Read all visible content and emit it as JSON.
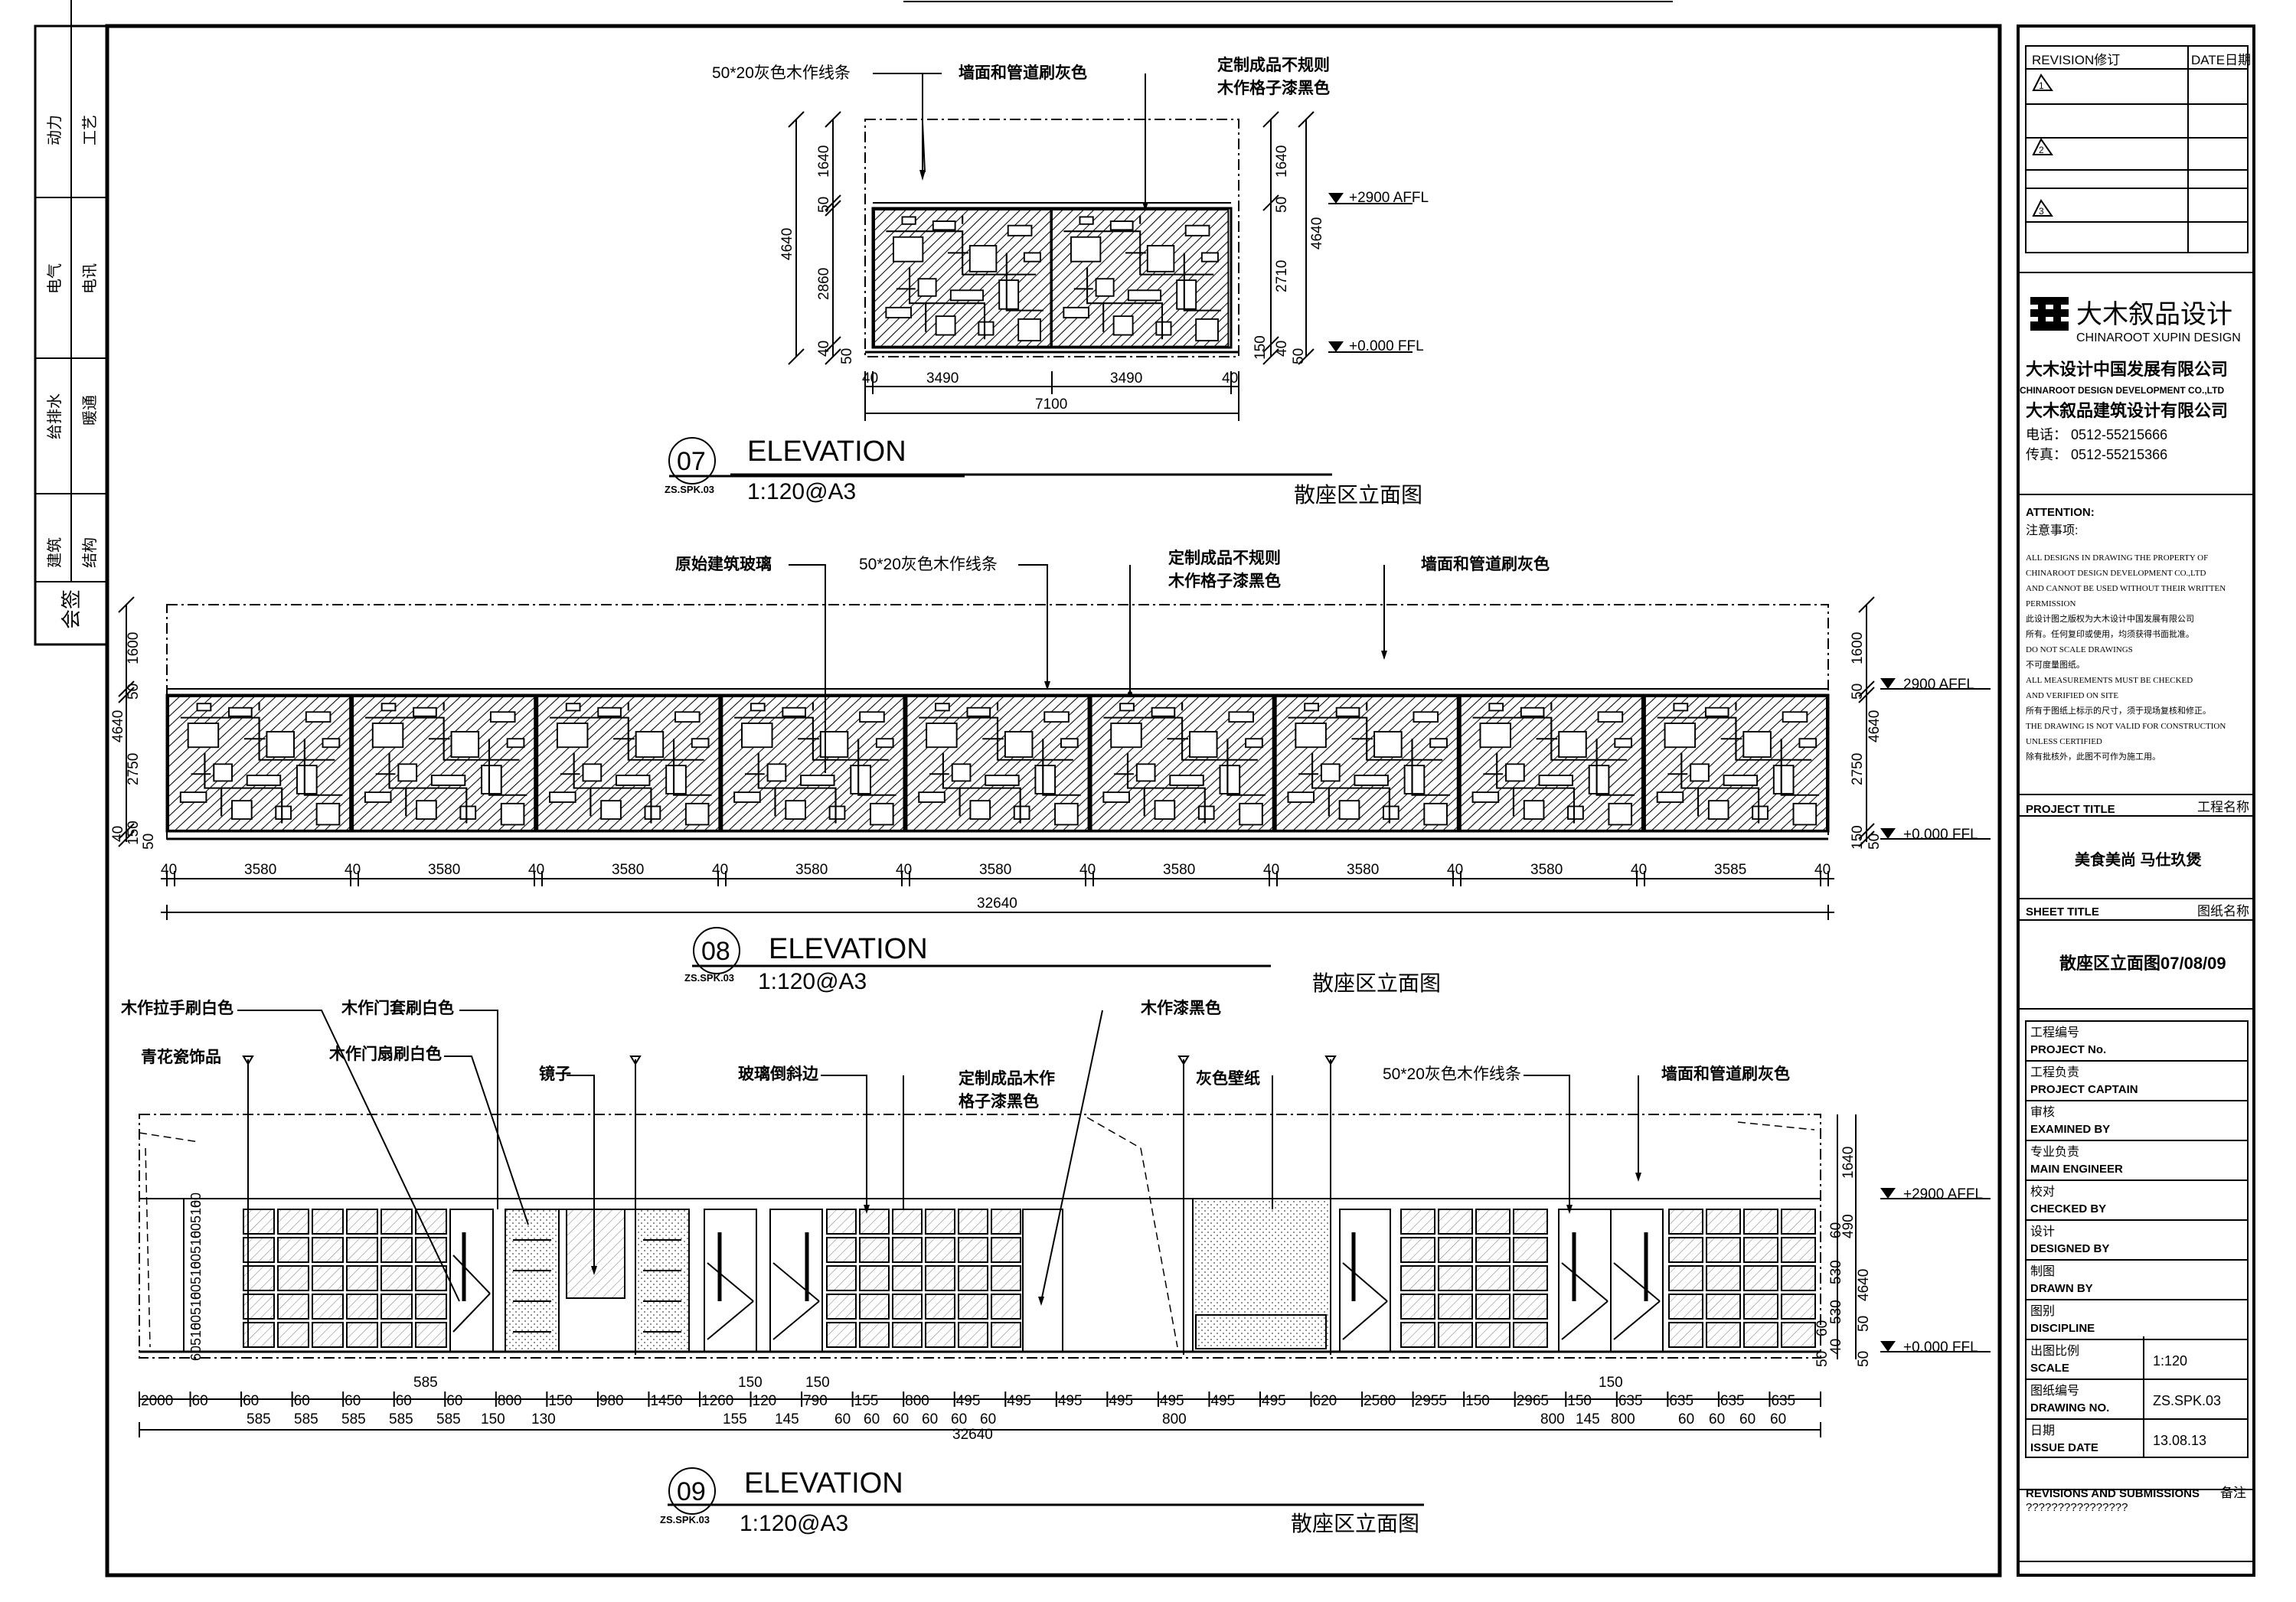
{
  "left_stamp": {
    "rows": [
      {
        "a": "动力",
        "b": "工艺"
      },
      {
        "a": "电气",
        "b": "电讯"
      },
      {
        "a": "给排水",
        "b": "暖通"
      },
      {
        "a": "建筑",
        "b": "结构"
      }
    ],
    "sign": "会签"
  },
  "elev07": {
    "callouts": [
      "50*20灰色木作线条",
      "墙面和管道刷灰色",
      "定制成品不规则",
      "木作格子漆黑色"
    ],
    "left_dims": [
      "4640",
      "1640",
      "50",
      "2860",
      "40",
      "50"
    ],
    "right_dims": [
      "1640",
      "50",
      "2710",
      "4640",
      "150",
      "40",
      "50"
    ],
    "levels": [
      "+2900  AFFL",
      "+0.000  FFL"
    ],
    "bottom_dims": [
      "40",
      "3490",
      "3490",
      "40"
    ],
    "total": "7100",
    "label": {
      "num": "07",
      "ref": "ZS.SPK.03",
      "title": "ELEVATION",
      "scale": "1:120@A3",
      "name": "散座区立面图"
    }
  },
  "elev08": {
    "callouts": [
      "原始建筑玻璃",
      "50*20灰色木作线条",
      "定制成品不规则",
      "木作格子漆黑色",
      "墙面和管道刷灰色"
    ],
    "left_dims": [
      "1600",
      "50",
      "4640",
      "2750",
      "40",
      "150",
      "50"
    ],
    "right_dims": [
      "1600",
      "50",
      "2750",
      "4640",
      "150",
      "50"
    ],
    "levels": [
      "2900   AFFL",
      "+0.000   FFL"
    ],
    "bottom_dims": [
      "40",
      "3580",
      "40",
      "3580",
      "40",
      "3580",
      "40",
      "3580",
      "40",
      "3580",
      "40",
      "3580",
      "40",
      "3580",
      "40",
      "3580",
      "40",
      "3585",
      "40"
    ],
    "total": "32640",
    "label": {
      "num": "08",
      "ref": "ZS.SPK.03",
      "title": "ELEVATION",
      "scale": "1:120@A3",
      "name": "散座区立面图"
    }
  },
  "elev09": {
    "callouts": [
      "木作拉手刷白色",
      "木作门套刷白色",
      "青花瓷饰品",
      "木作门扇刷白色",
      "镜子",
      "玻璃倒斜边",
      "定制成品木作",
      "格子漆黑色",
      "木作漆黑色",
      "灰色壁纸",
      "50*20灰色木作线条",
      "墙面和管道刷灰色"
    ],
    "left_dims": [
      "60",
      "510",
      "60",
      "510",
      "60",
      "510",
      "60",
      "510",
      "60",
      "510",
      "60"
    ],
    "right_dims": [
      "1640",
      "60",
      "490",
      "530",
      "530",
      "40",
      "50",
      "60",
      "4640",
      "50",
      "50"
    ],
    "levels": [
      "+2900  AFFL",
      "+0.000  FFL"
    ],
    "dims_row1": [
      "2000",
      "60",
      "60",
      "60",
      "60",
      "60",
      "60",
      "800",
      "150",
      "980",
      "1450",
      "1260",
      "120",
      "790",
      "155",
      "800",
      "495",
      "495",
      "495",
      "495",
      "495",
      "495",
      "495",
      "620",
      "2580",
      "2955",
      "150",
      "2965",
      "150",
      "635",
      "635",
      "635",
      "635"
    ],
    "dims_row1_up": [
      "585",
      "150",
      "150",
      "150"
    ],
    "dims_row2": [
      "585",
      "585",
      "585",
      "585",
      "585",
      "150",
      "130",
      "155",
      "145",
      "60",
      "60",
      "60",
      "60",
      "60",
      "60",
      "800",
      "800",
      "145",
      "800",
      "60",
      "60",
      "60",
      "60"
    ],
    "total": "32640",
    "label": {
      "num": "09",
      "ref": "ZS.SPK.03",
      "title": "ELEVATION",
      "scale": "1:120@A3",
      "name": "散座区立面图"
    }
  },
  "title_block": {
    "revision": "REVISION修订",
    "date": "DATE日期",
    "rev_marks": [
      "1",
      "2",
      "3"
    ],
    "logo_text": "大木叙品设计",
    "logo_en": "CHINAROOT XUPIN DESIGN",
    "company1": "大木设计中国发展有限公司",
    "company1_en": "CHINAROOT DESIGN DEVELOPMENT CO.,LTD",
    "company2": "大木叙品建筑设计有限公司",
    "tel": "电话： 0512-55215666",
    "fax": "传真： 0512-55215366",
    "attention": "ATTENTION:",
    "attention_cn": "注意事项:",
    "notes": [
      "ALL DESIGNS IN DRAWING THE PROPERTY OF",
      "CHINAROOT DESIGN DEVELOPMENT CO.,LTD",
      "AND CANNOT BE USED WITHOUT THEIR WRITTEN",
      "PERMISSION",
      "此设计图之版权为大木设计中国发展有限公司",
      "所有。任何复印或使用，均须获得书面批准。",
      "DO NOT SCALE DRAWINGS",
      "不可度量图纸。",
      "ALL MEASUREMENTS MUST BE CHECKED",
      "AND VERIFIED ON SITE",
      "所有于图纸上标示的尺寸，须于现场复核和修正。",
      "THE DRAWING IS NOT VALID FOR CONSTRUCTION",
      "UNLESS CERTIFIED",
      "除有批核外，此图不可作为施工用。"
    ],
    "project_title_en": "PROJECT TITLE",
    "project_title_cn": "工程名称",
    "project_name": "美食美尚 马仕玖煲",
    "sheet_title_en": "SHEET TITLE",
    "sheet_title_cn": "图纸名称",
    "sheet_name": "散座区立面图07/08/09",
    "rows": [
      {
        "cn": "工程编号",
        "en": "PROJECT No.",
        "val": ""
      },
      {
        "cn": "工程负责",
        "en": "PROJECT CAPTAIN",
        "val": ""
      },
      {
        "cn": "审核",
        "en": "EXAMINED BY",
        "val": ""
      },
      {
        "cn": "专业负责",
        "en": "MAIN ENGINEER",
        "val": ""
      },
      {
        "cn": "校对",
        "en": "CHECKED BY",
        "val": ""
      },
      {
        "cn": "设计",
        "en": "DESIGNED BY",
        "val": ""
      },
      {
        "cn": "制图",
        "en": "DRAWN BY",
        "val": ""
      },
      {
        "cn": "图别",
        "en": "DISCIPLINE",
        "val": ""
      },
      {
        "cn": "出图比例",
        "en": "SCALE",
        "val": "1:120"
      },
      {
        "cn": "图纸编号",
        "en": "DRAWING NO.",
        "val": "ZS.SPK.03"
      },
      {
        "cn": "日期",
        "en": "ISSUE DATE",
        "val": "13.08.13"
      }
    ],
    "revisions_en": "REVISIONS AND SUBMISSIONS",
    "revisions_cn": "备注",
    "revisions_val": "????????????????"
  }
}
